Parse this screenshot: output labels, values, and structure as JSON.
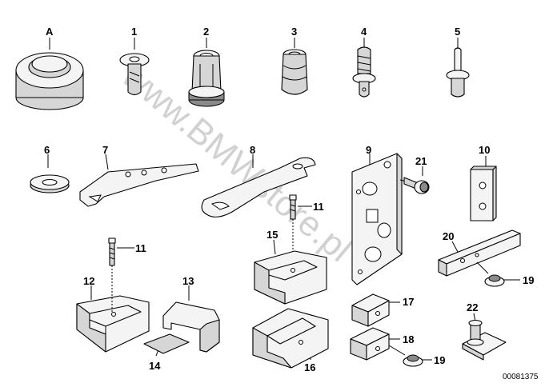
{
  "labels": {
    "A": "A",
    "p1": "1",
    "p2": "2",
    "p3": "3",
    "p4": "4",
    "p5": "5",
    "p6": "6",
    "p7": "7",
    "p8": "8",
    "p9": "9",
    "p10": "10",
    "p11a": "11",
    "p11b": "11",
    "p12": "12",
    "p13": "13",
    "p14": "14",
    "p15": "15",
    "p16": "16",
    "p17": "17",
    "p18": "18",
    "p19a": "19",
    "p19b": "19",
    "p20": "20",
    "p21": "21",
    "p22": "22"
  },
  "reference_number": "00081375",
  "watermark": "www.BMWstore.pl"
}
